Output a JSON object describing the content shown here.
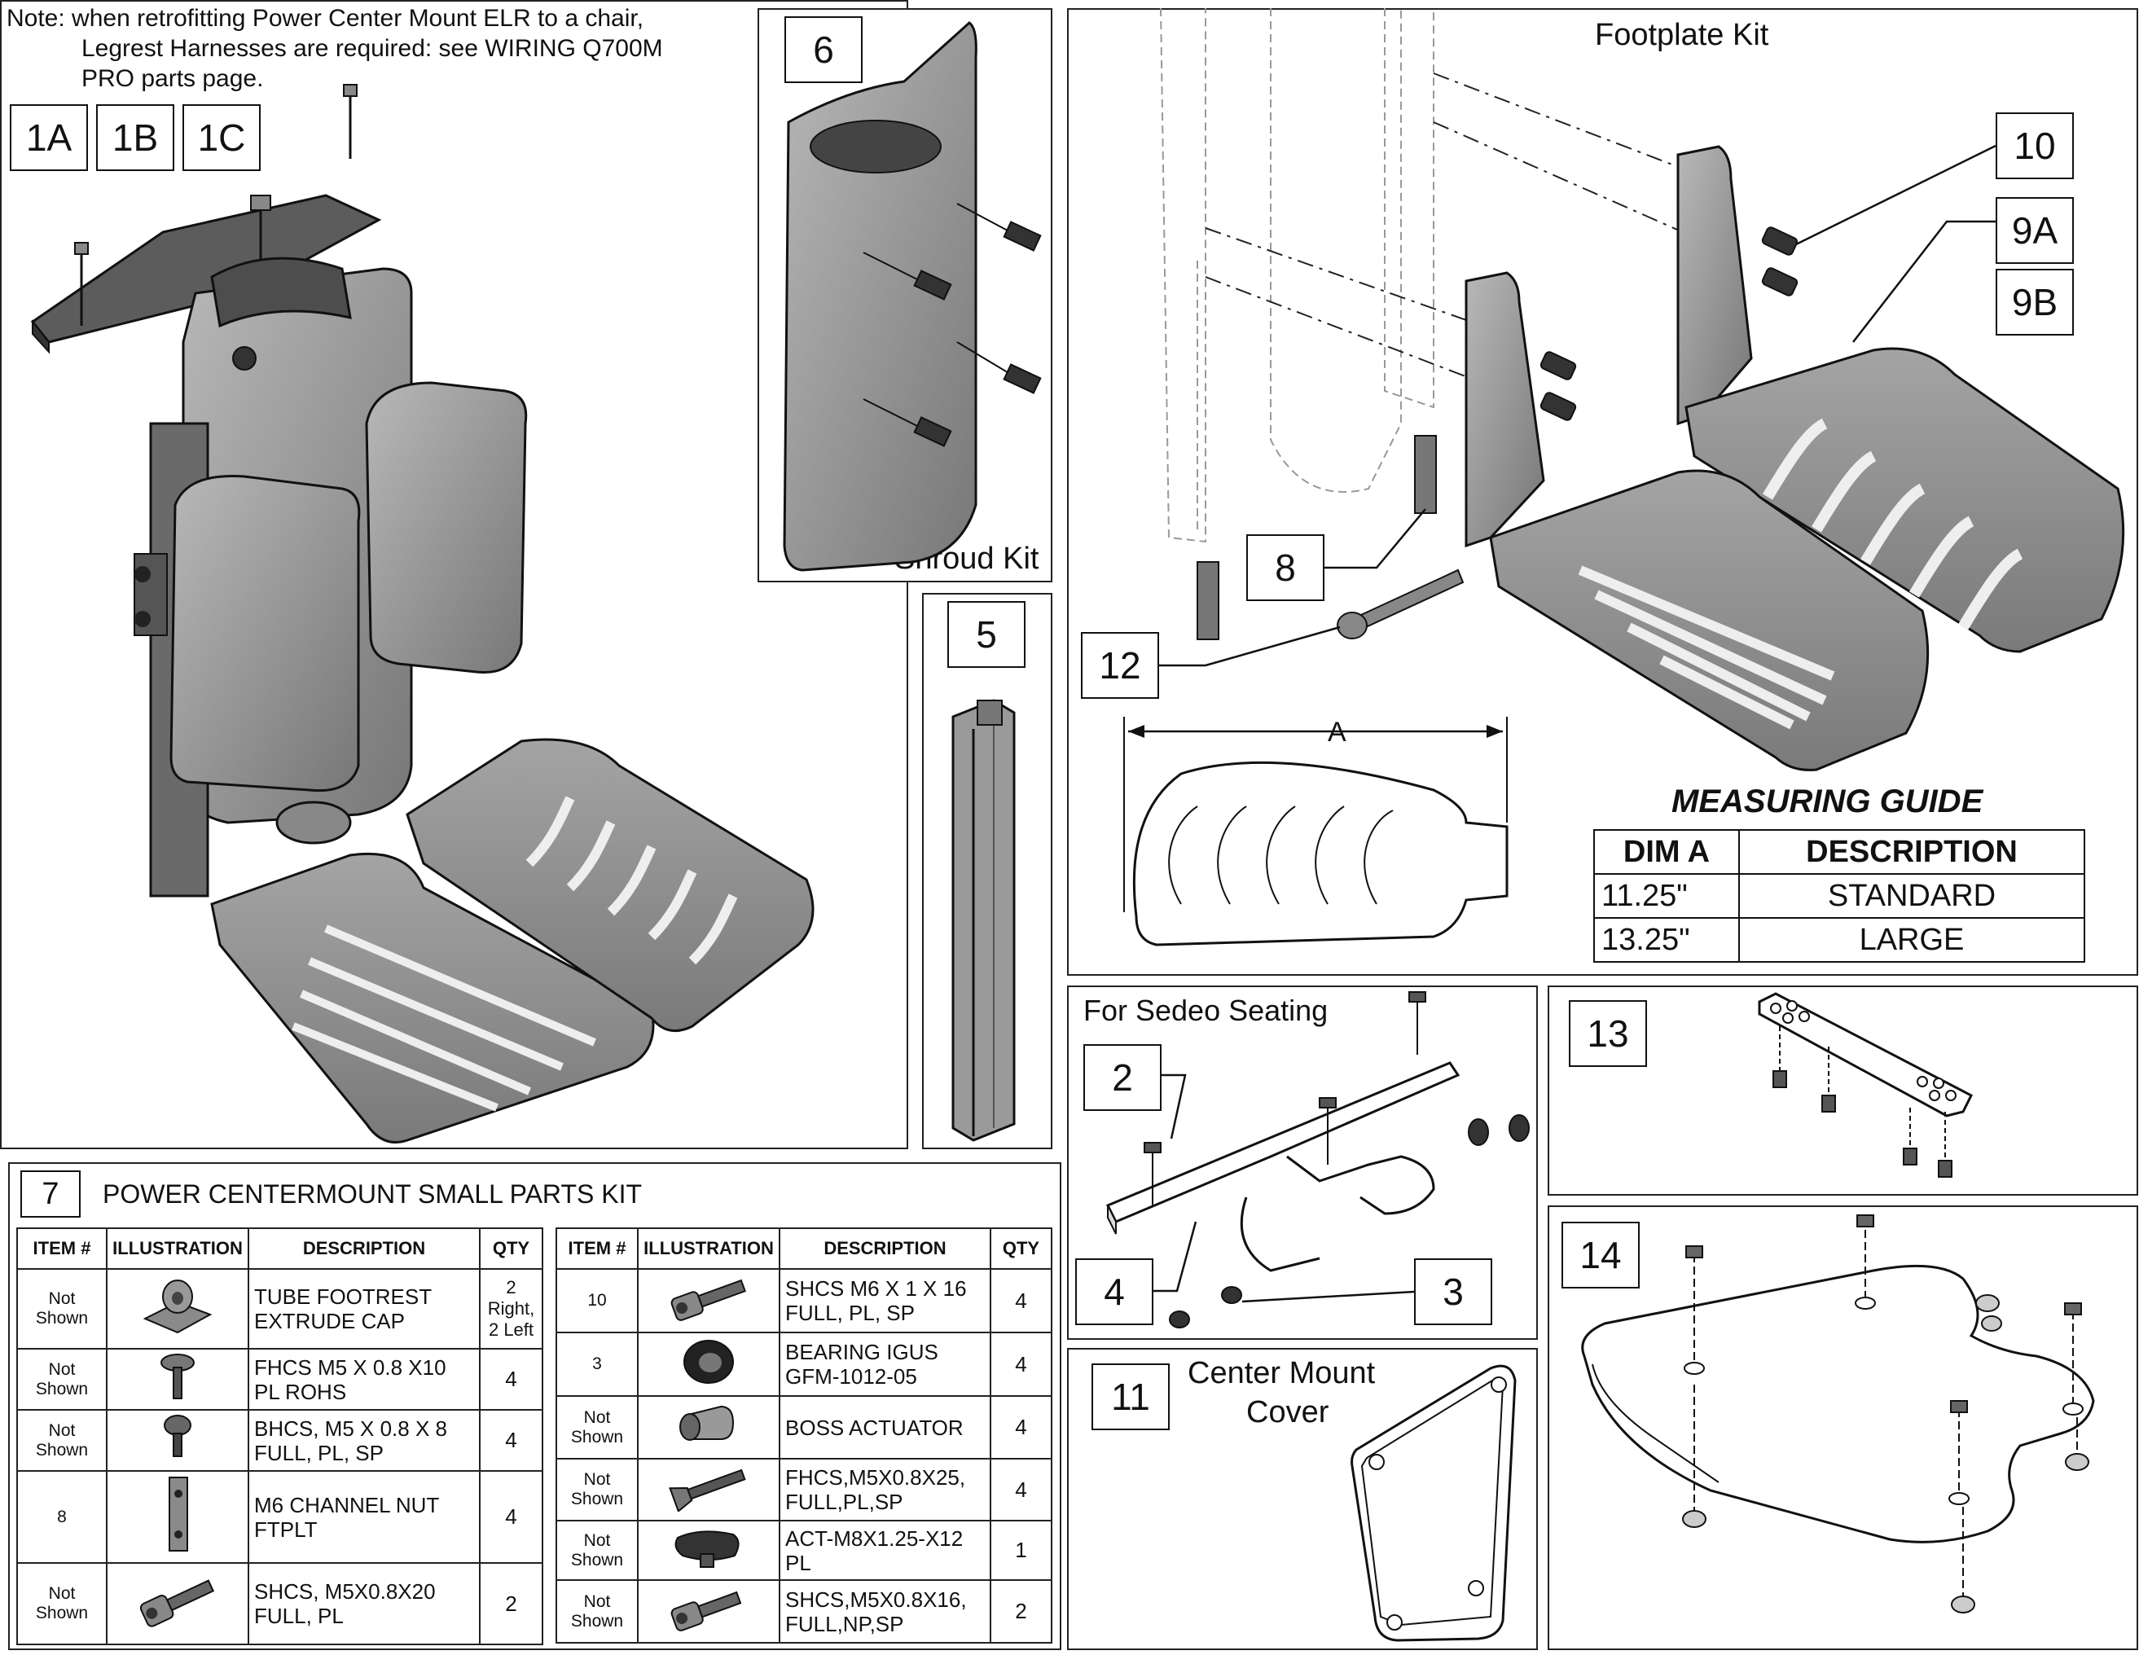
{
  "note": {
    "line1": "Note: when retrofitting Power Center Mount ELR to a chair,",
    "line2": "Legrest Harnesses are required: see WIRING Q700M",
    "line3": "PRO parts page."
  },
  "callouts": {
    "c1a": "1A",
    "c1b": "1B",
    "c1c": "1C",
    "c6": "6",
    "c5": "5",
    "c10": "10",
    "c9a": "9A",
    "c9b": "9B",
    "c8": "8",
    "c12": "12",
    "c7": "7",
    "c2": "2",
    "c4": "4",
    "c3": "3",
    "c11": "11",
    "c13": "13",
    "c14": "14"
  },
  "labels": {
    "shroud_kit": "Shroud Kit",
    "footplate_kit": "Footplate Kit",
    "dim_a": "A",
    "measuring_guide": "MEASURING GUIDE",
    "for_sedeo": "For Sedeo Seating",
    "center_mount_cover_1": "Center Mount",
    "center_mount_cover_2": "Cover",
    "small_parts_kit": "POWER CENTERMOUNT SMALL PARTS KIT"
  },
  "measuring_table": {
    "headers": [
      "DIM A",
      "DESCRIPTION"
    ],
    "rows": [
      [
        "11.25\"",
        "STANDARD"
      ],
      [
        "13.25\"",
        "LARGE"
      ]
    ]
  },
  "kit_table": {
    "headers": [
      "ITEM #",
      "ILLUSTRATION",
      "DESCRIPTION",
      "QTY"
    ],
    "left_rows": [
      {
        "item": "Not Shown",
        "icon": "tube-cap-icon",
        "desc": "TUBE FOOTREST EXTRUDE CAP",
        "qty": "2 Right, 2 Left"
      },
      {
        "item": "Not Shown",
        "icon": "flat-head-screw-icon",
        "desc": "FHCS M5 X 0.8 X10 PL ROHS",
        "qty": "4"
      },
      {
        "item": "Not Shown",
        "icon": "button-head-screw-icon",
        "desc": "BHCS, M5 X 0.8 X 8 FULL, PL, SP",
        "qty": "4"
      },
      {
        "item": "8",
        "icon": "channel-nut-icon",
        "desc": "M6 CHANNEL NUT FTPLT",
        "qty": "4"
      },
      {
        "item": "Not Shown",
        "icon": "socket-head-screw-icon",
        "desc": "SHCS, M5X0.8X20 FULL, PL",
        "qty": "2"
      }
    ],
    "right_rows": [
      {
        "item": "10",
        "icon": "socket-head-screw-icon",
        "desc": "SHCS M6 X 1 X 16 FULL, PL, SP",
        "qty": "4"
      },
      {
        "item": "3",
        "icon": "bearing-icon",
        "desc": "BEARING IGUS GFM-1012-05",
        "qty": "4"
      },
      {
        "item": "Not Shown",
        "icon": "boss-actuator-icon",
        "desc": "BOSS ACTUATOR",
        "qty": "4"
      },
      {
        "item": "Not Shown",
        "icon": "flat-head-screw-icon",
        "desc": "FHCS,M5X0.8X25, FULL,PL,SP",
        "qty": "4"
      },
      {
        "item": "Not Shown",
        "icon": "knob-icon",
        "desc": "ACT-M8X1.25-X12 PL",
        "qty": "1"
      },
      {
        "item": "Not Shown",
        "icon": "socket-head-screw-icon",
        "desc": "SHCS,M5X0.8X16, FULL,NP,SP",
        "qty": "2"
      }
    ]
  },
  "colors": {
    "part_fill": "#8f8f8f",
    "part_light": "#c4c4c4",
    "part_dark": "#5a5a5a",
    "outline": "#1a1a1a"
  }
}
